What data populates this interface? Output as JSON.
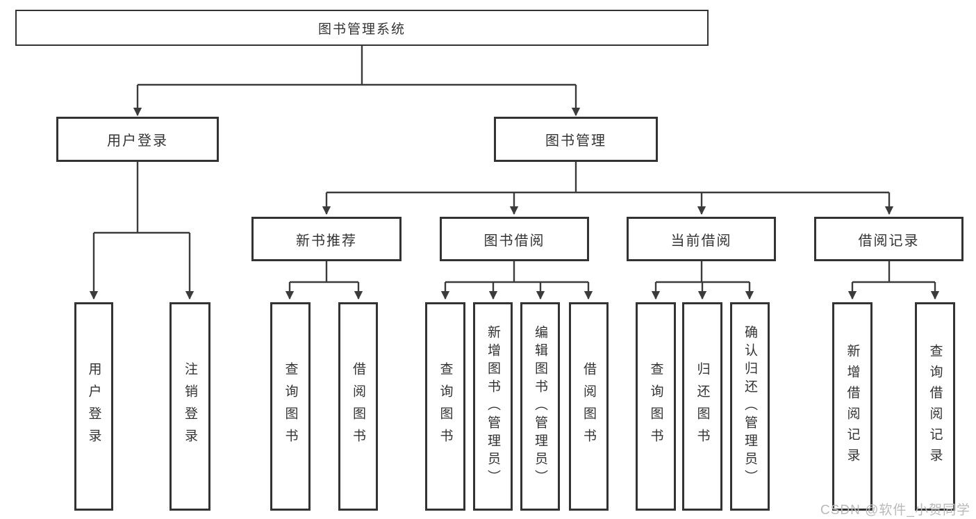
{
  "diagram": {
    "title": "图书管理系统",
    "level2": [
      {
        "label": "用户登录"
      },
      {
        "label": "图书管理"
      }
    ],
    "level3": [
      {
        "label": "新书推荐"
      },
      {
        "label": "图书借阅"
      },
      {
        "label": "当前借阅"
      },
      {
        "label": "借阅记录"
      }
    ],
    "leaves": [
      {
        "label": "用户登录"
      },
      {
        "label": "注销登录"
      },
      {
        "label": "查询图书"
      },
      {
        "label": "借阅图书"
      },
      {
        "label": "查询图书"
      },
      {
        "label": "新增图书（管理员）"
      },
      {
        "label": "编辑图书（管理员）"
      },
      {
        "label": "借阅图书"
      },
      {
        "label": "查询图书"
      },
      {
        "label": "归还图书"
      },
      {
        "label": "确认归还（管理员）"
      },
      {
        "label": "新增借阅记录"
      },
      {
        "label": "查询借阅记录"
      }
    ],
    "watermark": "CSDN @软件_小贺同学",
    "colors": {
      "line": "#3b3b3b",
      "border": "#333333",
      "text": "#333333",
      "watermark": "#b9b9b9",
      "background": "#ffffff"
    }
  }
}
